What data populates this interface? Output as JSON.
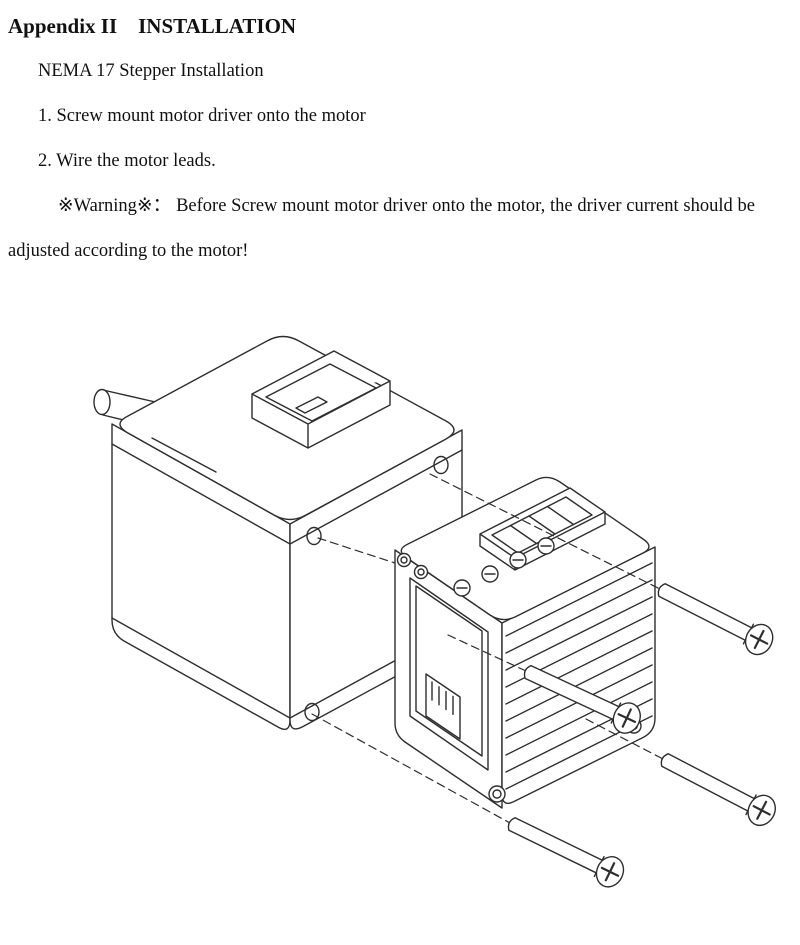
{
  "colors": {
    "line": "#2e2e2e",
    "ink": "#111111"
  },
  "document": {
    "title": "Appendix II    INSTALLATION",
    "subtitle": "NEMA 17 Stepper Installation",
    "step1": "1. Screw mount motor driver onto the motor",
    "step2": "2. Wire the motor leads.",
    "warning": "※Warning※： Before Screw mount motor driver onto the motor, the driver current should be adjusted according to the motor!"
  }
}
